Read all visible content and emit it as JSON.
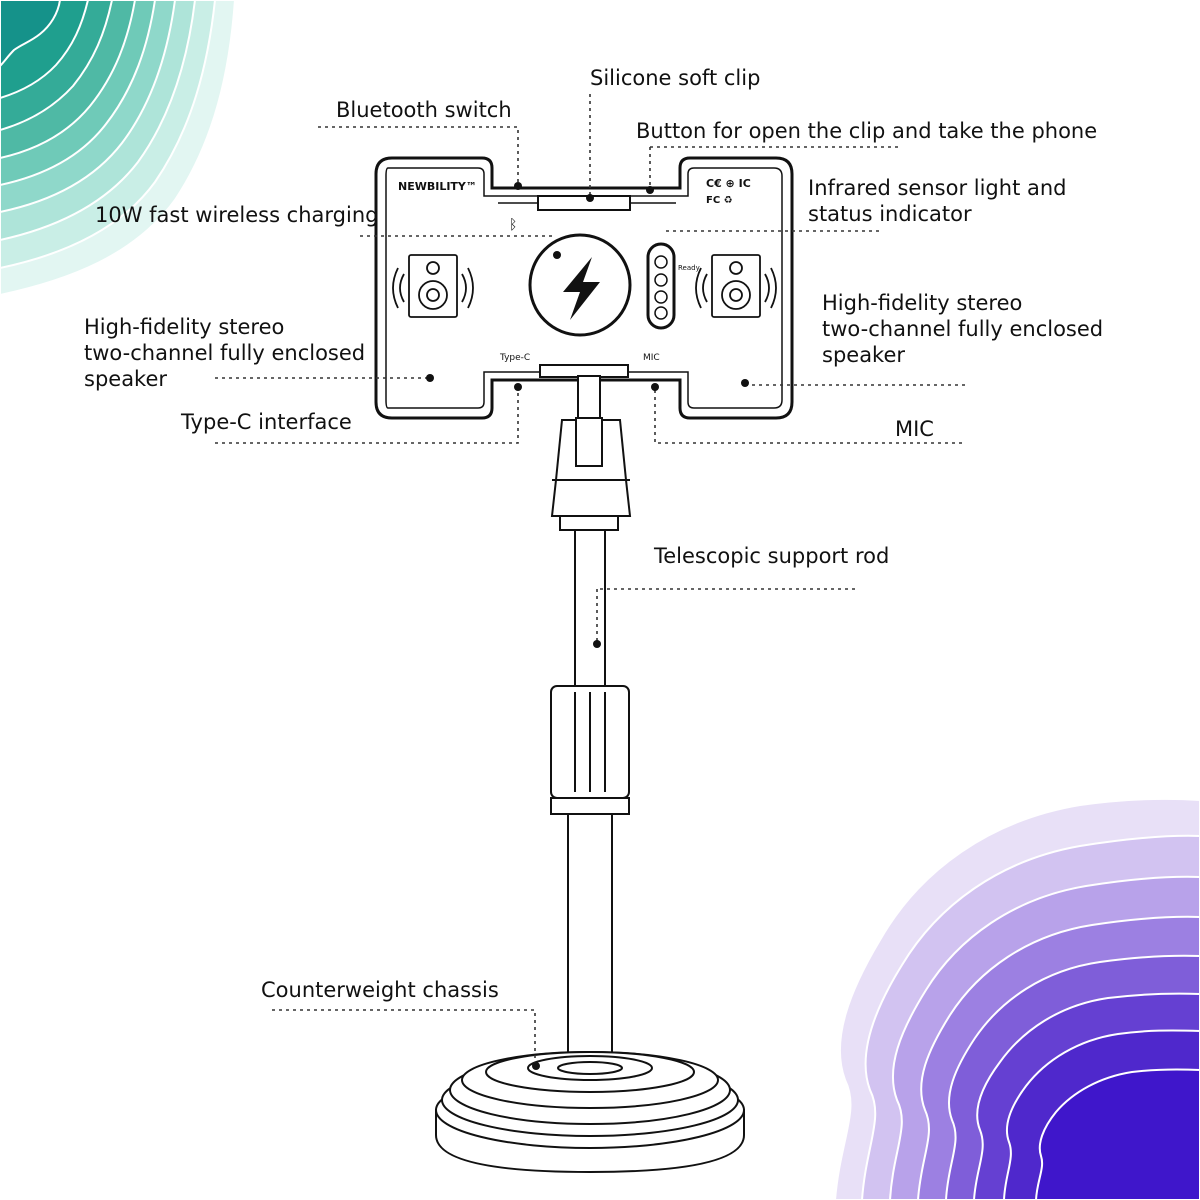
{
  "device": {
    "brand": "NEWBILITY™",
    "cert_top": "C€ ⊕ IC",
    "cert_bottom": "FC ♻",
    "port_type_c": "Type-C",
    "port_mic": "MIC",
    "indicator_label": "Ready"
  },
  "callouts": {
    "bluetooth_switch": "Bluetooth switch",
    "silicone_clip": "Silicone soft clip",
    "release_button": "Button for open the clip and take the phone",
    "wireless_charging": "10W fast wireless charging",
    "infrared_sensor": [
      "Infrared sensor light and",
      "status indicator"
    ],
    "speaker_right": [
      "High-fidelity stereo",
      "two-channel fully enclosed",
      "speaker"
    ],
    "speaker_left": [
      "High-fidelity stereo",
      "two-channel fully enclosed",
      "speaker"
    ],
    "type_c_interface": "Type-C interface",
    "mic": "MIC",
    "telescopic_rod": "Telescopic support rod",
    "counterweight": "Counterweight chassis"
  },
  "colors": {
    "ink": "#111111",
    "teal_outer": "#d9f3ef",
    "teal_inner": "#1aa698",
    "purple_outer": "#e6dcf6",
    "purple_inner": "#3a10d0"
  }
}
